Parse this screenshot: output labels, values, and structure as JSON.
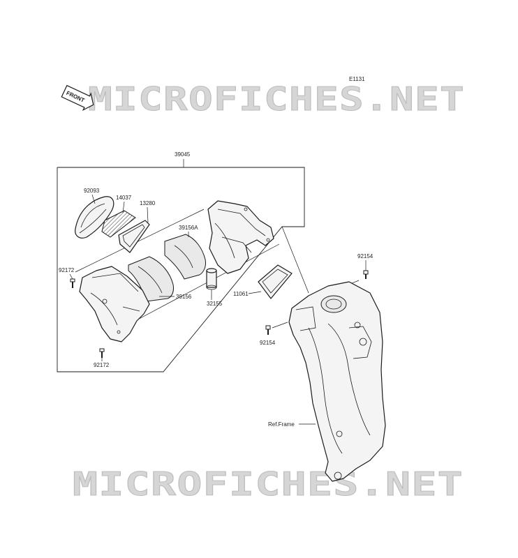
{
  "diagram": {
    "code": "E1131",
    "front_label": "FRONT",
    "assembly_number": "39045",
    "ref_frame_label": "Ref.Frame",
    "parts": {
      "p92093": "92093",
      "p14037": "14037",
      "p13280": "13280",
      "p39156A": "39156A",
      "p92172_top": "92172",
      "p39156": "39156",
      "p32155": "32155",
      "p11061": "11061",
      "p92154_right": "92154",
      "p92154_mid": "92154",
      "p92172_bottom": "92172"
    }
  },
  "watermarks": {
    "top": "MICROFICHES.NET",
    "bottom": "MICROFICHES.NET"
  }
}
